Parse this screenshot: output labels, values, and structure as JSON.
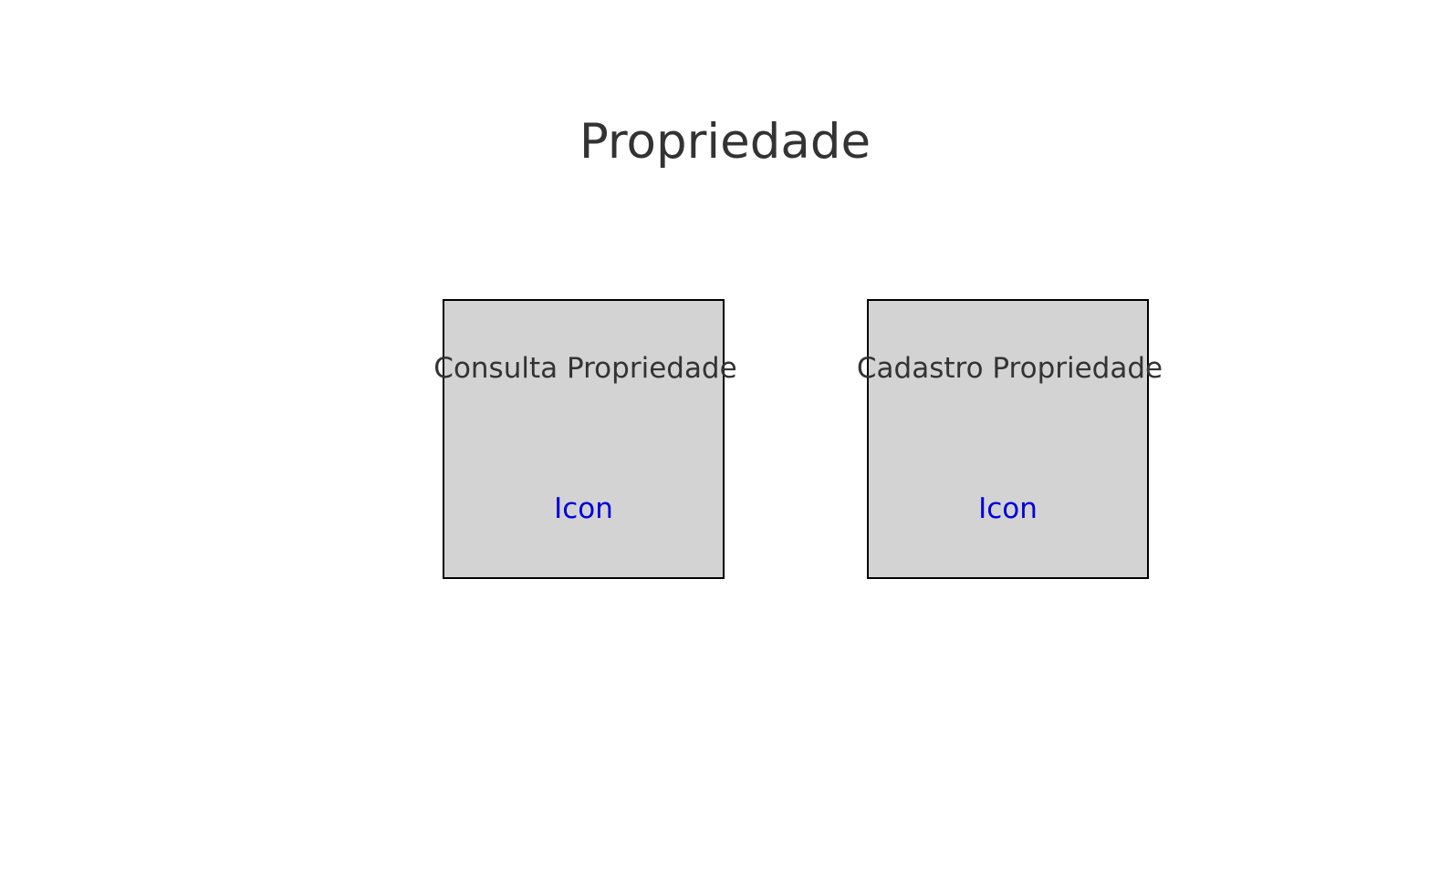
{
  "page": {
    "title": "Propriedade"
  },
  "cards": [
    {
      "label": "Consulta Propriedade",
      "icon_text": "Icon"
    },
    {
      "label": "Cadastro Propriedade",
      "icon_text": "Icon"
    }
  ],
  "colors": {
    "background": "#ffffff",
    "text": "#333333",
    "card_fill": "#d3d3d3",
    "card_border": "#000000",
    "icon_text": "#0000dd"
  }
}
